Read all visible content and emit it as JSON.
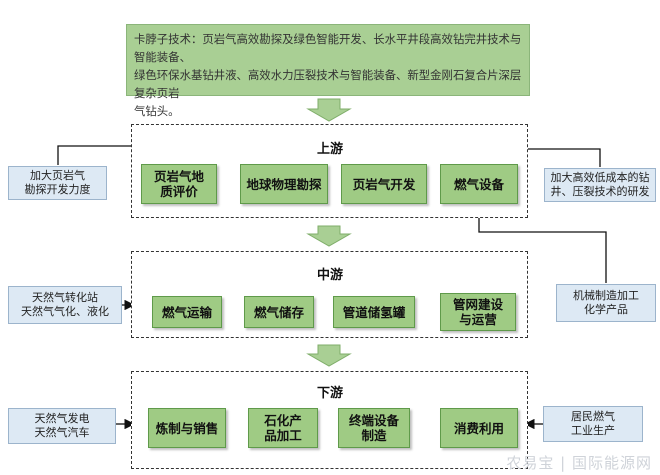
{
  "banner": {
    "line1": "卡脖子技术：页岩气高效勘探及绿色智能开发、长水平井段高效钻完井技术与智能装备、",
    "line2": "绿色环保水基钻井液、高效水力压裂技术与智能装备、新型金刚石复合片深层复杂页岩",
    "line3": "气钻头。"
  },
  "upstream": {
    "title": "上游",
    "boxes": [
      "页岩气地质评价",
      "地球物理勘探",
      "页岩气开发",
      "燃气设备"
    ],
    "left_note": [
      "加大页岩气",
      "勘探开发力度"
    ],
    "right_note": [
      "加大高效低成本的钻",
      "井、压裂技术的研发"
    ]
  },
  "midstream": {
    "title": "中游",
    "boxes": [
      "燃气运输",
      "燃气储存",
      "管道储氢罐",
      "管网建设与运营"
    ],
    "left_note": [
      "天然气转化站",
      "天然气气化、液化"
    ],
    "right_note": [
      "机械制造加工",
      "化学产品"
    ]
  },
  "downstream": {
    "title": "下游",
    "boxes": [
      "炼制与销售",
      "石化产品加工",
      "终端设备制造",
      "消费利用"
    ],
    "left_note": [
      "天然气发电",
      "天然气汽车"
    ],
    "right_note": [
      "居民燃气",
      "工业生产"
    ]
  },
  "watermark": "农易宝 | 国际能源网",
  "colors": {
    "banner_fill": "#a9cf94",
    "box_fill": "#9fcb84",
    "side_fill": "#dde9f4",
    "arrow_fill": "#a9cf94"
  }
}
